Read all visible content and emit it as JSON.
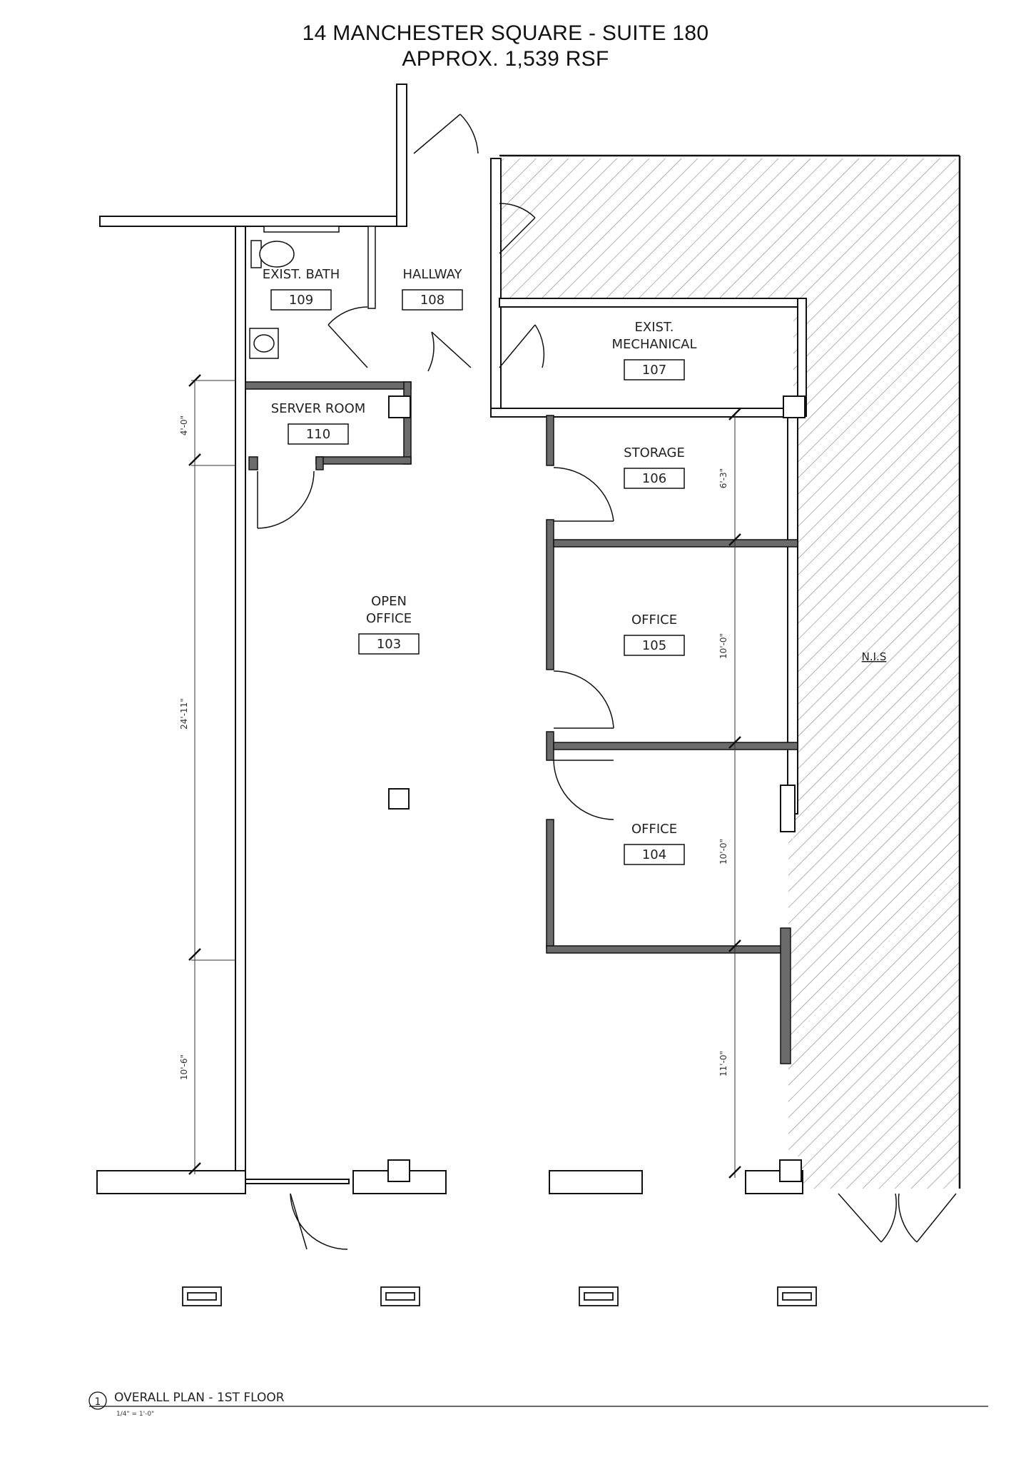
{
  "header": {
    "title_line1": "14 MANCHESTER SQUARE - SUITE 180",
    "title_line2": "APPROX. 1,539 RSF"
  },
  "rooms": [
    {
      "name_lines": [
        "EXIST. BATH"
      ],
      "number": "109"
    },
    {
      "name_lines": [
        "HALLWAY"
      ],
      "number": "108"
    },
    {
      "name_lines": [
        "EXIST.",
        "MECHANICAL"
      ],
      "number": "107"
    },
    {
      "name_lines": [
        "SERVER ROOM"
      ],
      "number": "110"
    },
    {
      "name_lines": [
        "STORAGE"
      ],
      "number": "106"
    },
    {
      "name_lines": [
        "OPEN",
        "OFFICE"
      ],
      "number": "103"
    },
    {
      "name_lines": [
        "OFFICE"
      ],
      "number": "105"
    },
    {
      "name_lines": [
        "OFFICE"
      ],
      "number": "104"
    }
  ],
  "nis_label": "N.I.S",
  "dimensions": {
    "left": [
      "4'-0\"",
      "24'-11\"",
      "10'-6\""
    ],
    "right": [
      "6'-3\"",
      "10'-0\"",
      "10'-0\"",
      "11'-0\""
    ]
  },
  "footer": {
    "view_number": "1",
    "view_title": "OVERALL PLAN - 1ST FLOOR",
    "scale": "1/4\" = 1'-0\""
  },
  "colors": {
    "line": "#111111",
    "wall_fill": "#6b6b6b",
    "hatch": "#8a8a8a"
  }
}
